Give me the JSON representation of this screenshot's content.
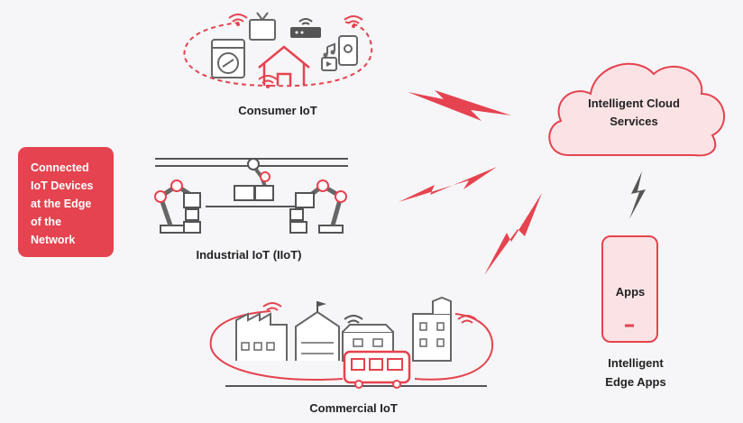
{
  "callout": {
    "text": "Connected\nIoT Devices\nat the Edge\nof the\nNetwork"
  },
  "consumer": {
    "label": "Consumer IoT"
  },
  "industrial": {
    "label": "Industrial IoT (IIoT)"
  },
  "commercial": {
    "label": "Commercial IoT"
  },
  "cloud": {
    "label": "Intelligent Cloud\nServices"
  },
  "apps": {
    "label": "Apps"
  },
  "edge": {
    "label": "Intelligent\nEdge Apps"
  },
  "colors": {
    "accent": "#e5434f",
    "cloud_fill": "#fbe3e5",
    "outline": "#555555",
    "icon_gray": "#7b7b80"
  }
}
